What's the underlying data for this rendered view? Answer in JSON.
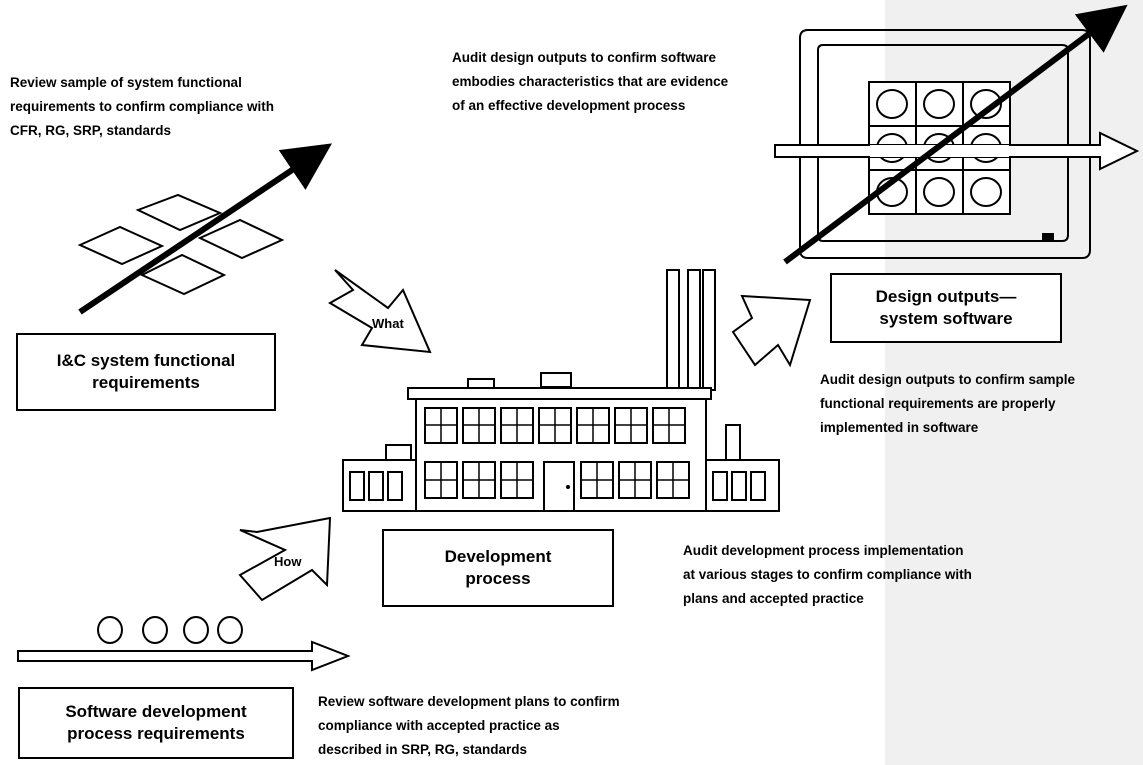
{
  "notes": {
    "functional_review": "Review sample of system functional\nrequirements to confirm compliance with\nCFR, RG, SRP, standards",
    "audit_design_characteristics": "Audit design outputs to confirm software\nembodies characteristics that are evidence\nof an effective development process",
    "audit_design_sample": "Audit design outputs to confirm sample\nfunctional requirements are properly\nimplemented in software",
    "audit_process": "Audit development process implementation\nat various stages to confirm compliance with\nplans and accepted practice",
    "review_plans": "Review software development plans to confirm\ncompliance with accepted practice as\ndescribed in SRP, RG, standards"
  },
  "boxes": {
    "functional_requirements": "I&C system functional\nrequirements",
    "design_outputs": "Design outputs—\nsystem software",
    "development_process": "Development\nprocess",
    "process_requirements": "Software development\nprocess requirements"
  },
  "arrows": {
    "what": "What",
    "how": "How"
  }
}
